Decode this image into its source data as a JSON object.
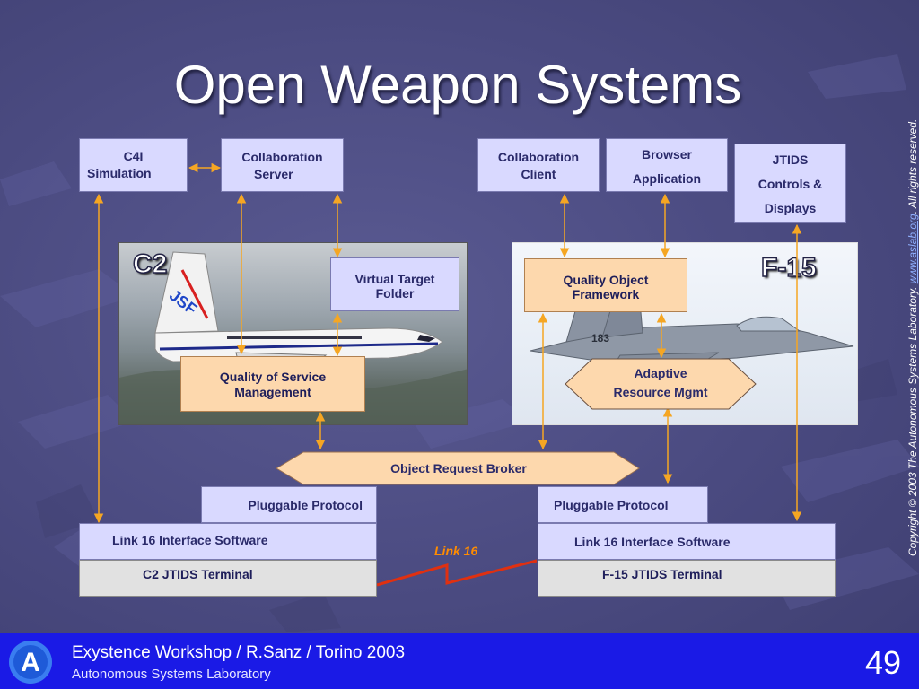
{
  "slide": {
    "title": "Open Weapon Systems",
    "copyright_prefix": "Copyright © 2003 The Autonomous Systems Laboratory. ",
    "copyright_link": "www.aslab.org",
    "copyright_suffix": ". All rights reserved.",
    "link_label": "Link 16",
    "c2_tag": "C2",
    "f15_tag": "F-15",
    "jsf_text": "JSF"
  },
  "boxes": {
    "c4i": [
      "C4I",
      "Simulation"
    ],
    "collab_server": [
      "Collaboration",
      "Server"
    ],
    "collab_client": [
      "Collaboration",
      "Client"
    ],
    "browser_app": [
      "Browser",
      "Application"
    ],
    "jtids_controls": [
      "JTIDS",
      "Controls &",
      "Displays"
    ],
    "virtual_target": [
      "Virtual Target",
      "Folder"
    ],
    "qos_mgmt": [
      "Quality of Service",
      "Management"
    ],
    "quality_object": [
      "Quality Object",
      "Framework"
    ],
    "adaptive": [
      "Adaptive",
      "Resource Mgmt"
    ],
    "orb": "Object Request Broker",
    "pluggable_left": "Pluggable Protocol",
    "pluggable_right": "Pluggable Protocol",
    "link16_left": "Link 16 Interface Software",
    "link16_right": "Link 16 Interface Software",
    "c2_terminal": "C2 JTIDS Terminal",
    "f15_terminal": "F-15 JTIDS Terminal"
  },
  "footer": {
    "logo_letter": "A",
    "line1": "Exystence Workshop / R.Sanz / Torino 2003",
    "line2": "Autonomous Systems Laboratory",
    "page_number": "49"
  },
  "colors": {
    "background": "#4a4a80",
    "box_fill": "#d9d9ff",
    "orange_fill": "#fdd8ad",
    "terminal_fill": "#e1e1e1",
    "arrow": "#f5a623",
    "link_line": "#e03010",
    "footer_bar": "#1a1ae6"
  }
}
